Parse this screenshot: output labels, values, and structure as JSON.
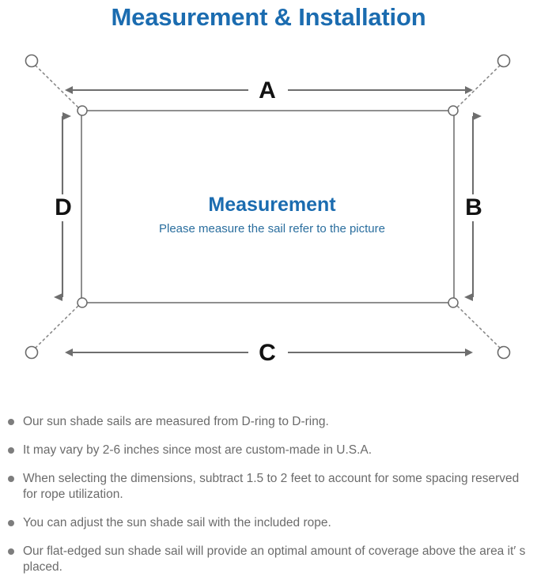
{
  "page": {
    "title": "Measurement & Installation",
    "title_color": "#1b6cb0",
    "background": "#ffffff"
  },
  "diagram": {
    "name": "sun-shade-sail-measurement-diagram",
    "center_heading": "Measurement",
    "center_subtext": "Please measure the sail refer to the picture",
    "center_heading_color": "#1b6cb0",
    "center_subtext_color": "#2a6e9e",
    "sail_stroke_color": "#6a6a6a",
    "arrow_color": "#6e6e6e",
    "rope_style": "dotted",
    "dimension_labels": {
      "top": "A",
      "right": "B",
      "bottom": "C",
      "left": "D"
    },
    "corner_rings": [
      {
        "name": "d-ring-top-left",
        "position": "top-left"
      },
      {
        "name": "d-ring-top-right",
        "position": "top-right"
      },
      {
        "name": "d-ring-bottom-right",
        "position": "bottom-right"
      },
      {
        "name": "d-ring-bottom-left",
        "position": "bottom-left"
      }
    ],
    "anchor_points": [
      {
        "name": "anchor-point-top-left",
        "position": "top-left"
      },
      {
        "name": "anchor-point-top-right",
        "position": "top-right"
      },
      {
        "name": "anchor-point-bottom-right",
        "position": "bottom-right"
      },
      {
        "name": "anchor-point-bottom-left",
        "position": "bottom-left"
      }
    ]
  },
  "notes": [
    "Our sun shade sails are measured from D-ring to D-ring.",
    "It may vary by 2-6 inches since most are custom-made in U.S.A.",
    "When selecting the dimensions, subtract 1.5 to 2 feet to account for some spacing reserved for rope utilization.",
    "You can adjust the sun shade sail with the included rope.",
    "Our flat-edged sun shade sail will provide an optimal amount of coverage above the area it′ s placed."
  ]
}
